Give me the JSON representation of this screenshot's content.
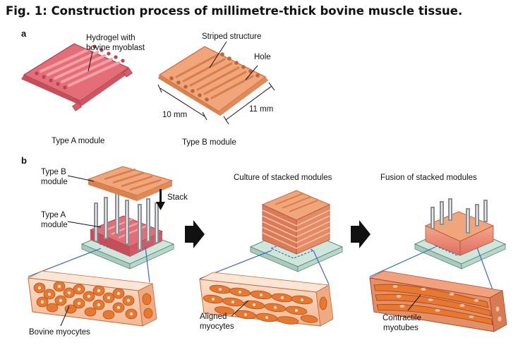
{
  "figure": {
    "title": "Fig. 1: Construction process of millimetre-thick bovine muscle tissue."
  },
  "panel_a": {
    "letter": "a",
    "hydrogel_label_1": "Hydrogel with",
    "hydrogel_label_2": "bovine myoblast",
    "striped_label": "Striped structure",
    "hole_label": "Hole",
    "dim_width": "10 mm",
    "dim_depth": "11 mm",
    "type_a_caption": "Type A module",
    "type_b_caption": "Type B module"
  },
  "panel_b": {
    "letter": "b",
    "type_b_label_1": "Type B",
    "type_b_label_2": "module",
    "type_a_label_1": "Type A",
    "type_a_label_2": "module",
    "stack_label": "Stack",
    "culture_title": "Culture of stacked modules",
    "fusion_title": "Fusion of stacked modules",
    "bovine_myocytes": "Bovine myocytes",
    "aligned_1": "Aligned",
    "aligned_2": "myocytes",
    "contractile_1": "Contractile",
    "contractile_2": "myotubes"
  },
  "colors": {
    "type_a_module": "#e0646e",
    "type_b_module": "#ec9c70",
    "glass_base": "#cfe6dc",
    "tissue_bg": "#f6cbb0",
    "myocyte": "#e8782e",
    "arrow": "#111111"
  }
}
